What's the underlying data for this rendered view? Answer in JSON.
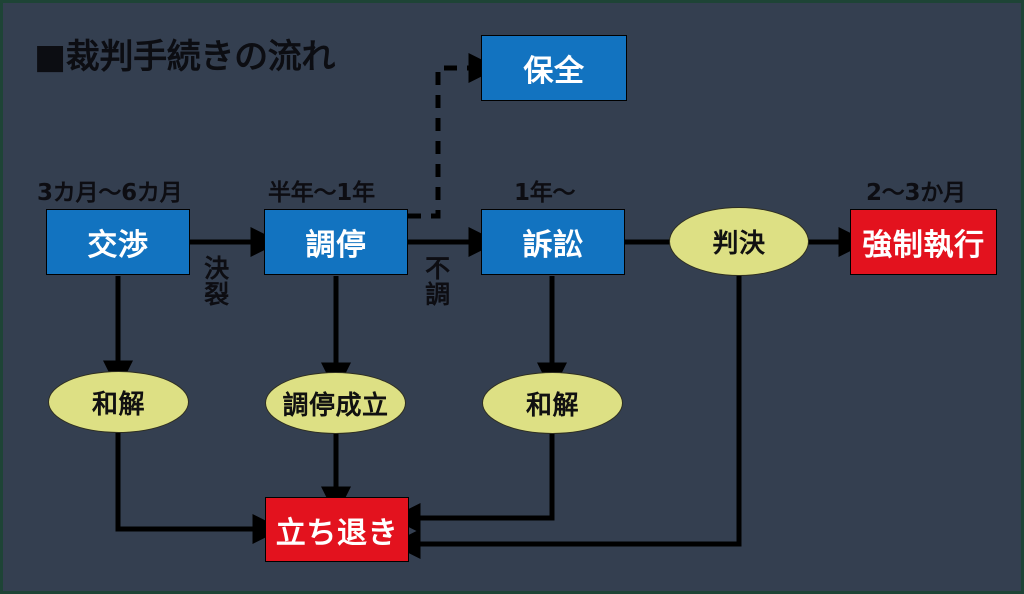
{
  "diagram": {
    "title": "■裁判手続きの流れ",
    "background_color": "#343f50",
    "border_color": "#1e4436",
    "palette": {
      "process_blue": "#1273c0",
      "terminal_red": "#e3121e",
      "outcome_yellow": "#dde084",
      "text_dark": "#0d0d12",
      "text_light": "#ffffff",
      "connector_black": "#000000"
    },
    "captions": [
      {
        "id": "caption-kosho",
        "text": "3カ月〜6カ月"
      },
      {
        "id": "caption-chotei",
        "text": "半年〜1年"
      },
      {
        "id": "caption-sosho",
        "text": "1年〜"
      },
      {
        "id": "caption-shikko",
        "text": "2〜3か月"
      }
    ],
    "nodes": [
      {
        "id": "node-hozen",
        "label": "保全",
        "shape": "box",
        "color": "#1273c0"
      },
      {
        "id": "node-kosho",
        "label": "交渉",
        "shape": "box",
        "color": "#1273c0"
      },
      {
        "id": "node-chotei",
        "label": "調停",
        "shape": "box",
        "color": "#1273c0"
      },
      {
        "id": "node-sosho",
        "label": "訴訟",
        "shape": "box",
        "color": "#1273c0"
      },
      {
        "id": "node-hanketsu",
        "label": "判決",
        "shape": "ellipse",
        "color": "#dde084"
      },
      {
        "id": "node-kyoseishikko",
        "label": "強制執行",
        "shape": "box",
        "color": "#e3121e"
      },
      {
        "id": "node-wakai-1",
        "label": "和解",
        "shape": "ellipse",
        "color": "#dde084"
      },
      {
        "id": "node-choteiseiritsu",
        "label": "調停成立",
        "shape": "ellipse",
        "color": "#dde084"
      },
      {
        "id": "node-wakai-2",
        "label": "和解",
        "shape": "ellipse",
        "color": "#dde084"
      },
      {
        "id": "node-tachinoki",
        "label": "立ち退き",
        "shape": "box",
        "color": "#e3121e"
      }
    ],
    "edge_labels": [
      {
        "id": "edge-label-ketsuretsu",
        "text": "決裂"
      },
      {
        "id": "edge-label-fucho",
        "text": "不調"
      }
    ],
    "edges": [
      {
        "from": "node-kosho",
        "to": "node-chotei",
        "style": "solid",
        "label": "決裂"
      },
      {
        "from": "node-chotei",
        "to": "node-sosho",
        "style": "solid",
        "label": "不調"
      },
      {
        "from": "node-chotei",
        "to": "node-hozen",
        "style": "dashed",
        "label": ""
      },
      {
        "from": "node-sosho",
        "to": "node-hanketsu",
        "style": "solid",
        "label": ""
      },
      {
        "from": "node-hanketsu",
        "to": "node-kyoseishikko",
        "style": "solid",
        "label": ""
      },
      {
        "from": "node-kosho",
        "to": "node-wakai-1",
        "style": "solid",
        "label": ""
      },
      {
        "from": "node-chotei",
        "to": "node-choteiseiritsu",
        "style": "solid",
        "label": ""
      },
      {
        "from": "node-sosho",
        "to": "node-wakai-2",
        "style": "solid",
        "label": ""
      },
      {
        "from": "node-wakai-1",
        "to": "node-tachinoki",
        "style": "solid",
        "label": ""
      },
      {
        "from": "node-choteiseiritsu",
        "to": "node-tachinoki",
        "style": "solid",
        "label": ""
      },
      {
        "from": "node-wakai-2",
        "to": "node-tachinoki",
        "style": "solid",
        "label": ""
      },
      {
        "from": "node-hanketsu",
        "to": "node-tachinoki",
        "style": "solid",
        "label": ""
      }
    ]
  }
}
